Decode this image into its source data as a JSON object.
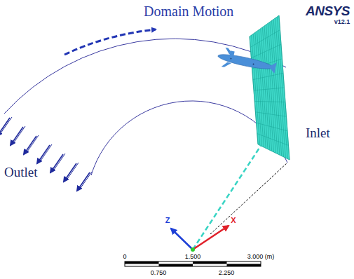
{
  "diagram": {
    "labels": [
      "Domain Motion",
      "ANSYS",
      "v12.1",
      "Inlet",
      "Outlet",
      "Z",
      "X",
      "0",
      "1.500",
      "3.000 (m)",
      "0.750",
      "2.250"
    ]
  }
}
